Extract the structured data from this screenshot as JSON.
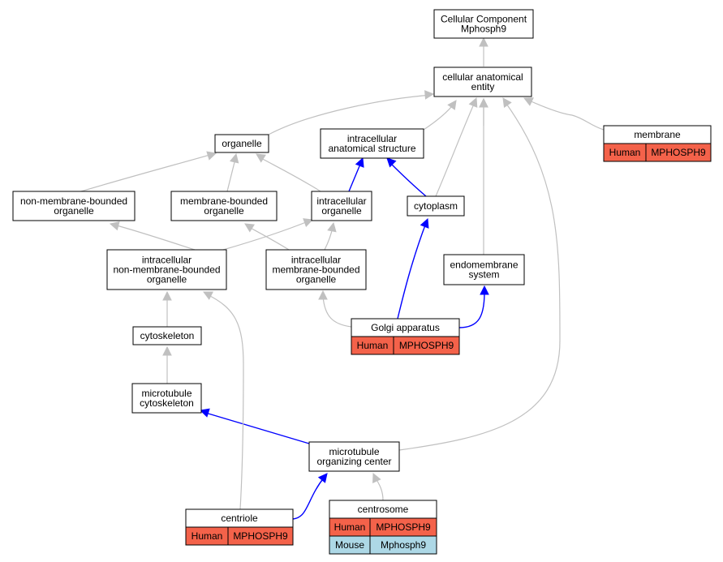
{
  "colors": {
    "human": "#f4624a",
    "mouse": "#add8e6",
    "is_a_edge": "#c0c0c0",
    "part_of_edge": "#0000ff"
  },
  "nodes": {
    "root": [
      "Cellular Component",
      "Mphosph9"
    ],
    "cellular_anatomical_entity": [
      "cellular anatomical",
      "entity"
    ],
    "organelle": [
      "organelle"
    ],
    "intracellular_anatomical_structure": [
      "intracellular",
      "anatomical structure"
    ],
    "membrane": [
      "membrane"
    ],
    "non_membrane_bounded_organelle": [
      "non-membrane-bounded",
      "organelle"
    ],
    "membrane_bounded_organelle": [
      "membrane-bounded",
      "organelle"
    ],
    "intracellular_organelle": [
      "intracellular",
      "organelle"
    ],
    "cytoplasm": [
      "cytoplasm"
    ],
    "intracellular_non_membrane_bounded_organelle": [
      "intracellular",
      "non-membrane-bounded",
      "organelle"
    ],
    "intracellular_membrane_bounded_organelle": [
      "intracellular",
      "membrane-bounded",
      "organelle"
    ],
    "endomembrane_system": [
      "endomembrane",
      "system"
    ],
    "golgi_apparatus": [
      "Golgi apparatus"
    ],
    "cytoskeleton": [
      "cytoskeleton"
    ],
    "microtubule_cytoskeleton": [
      "microtubule",
      "cytoskeleton"
    ],
    "microtubule_organizing_center": [
      "microtubule",
      "organizing center"
    ],
    "centriole": [
      "centriole"
    ],
    "centrosome": [
      "centrosome"
    ]
  },
  "annotations": {
    "membrane": [
      {
        "species": "Human",
        "gene": "MPHOSPH9"
      }
    ],
    "golgi_apparatus": [
      {
        "species": "Human",
        "gene": "MPHOSPH9"
      }
    ],
    "centriole": [
      {
        "species": "Human",
        "gene": "MPHOSPH9"
      }
    ],
    "centrosome": [
      {
        "species": "Human",
        "gene": "MPHOSPH9"
      },
      {
        "species": "Mouse",
        "gene": "Mphosph9"
      }
    ]
  }
}
